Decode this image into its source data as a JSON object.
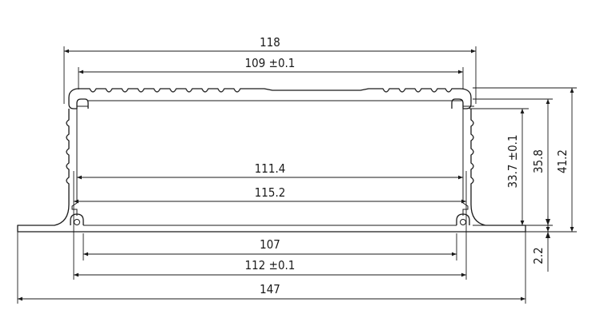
{
  "dimensions": {
    "overall_top_width": "118",
    "inner_top_width": "109 ±0.1",
    "inner_width": "111.4",
    "mid_width": "115.2",
    "slot_spacing": "107",
    "slot_outer": "112 ±0.1",
    "flange_width": "147",
    "inner_height": "33.7 ±0.1",
    "body_height": "35.8",
    "total_height": "41.2",
    "flange_thickness": "2.2"
  }
}
